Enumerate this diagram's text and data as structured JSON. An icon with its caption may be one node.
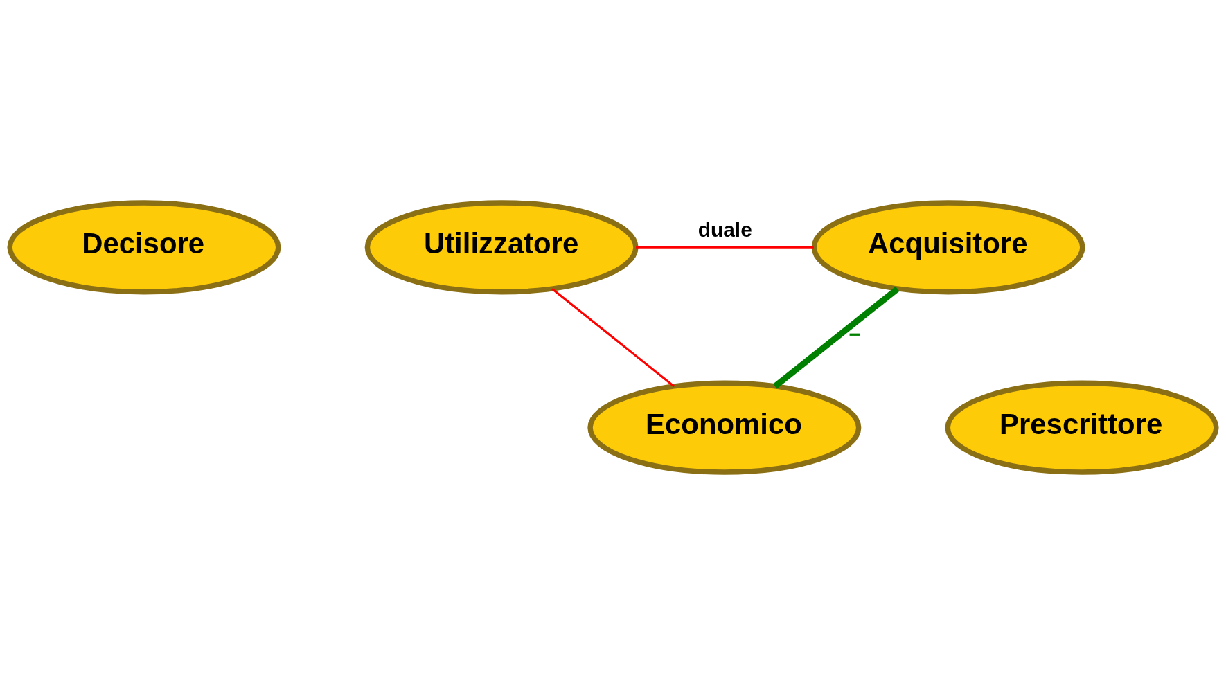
{
  "diagram": {
    "nodes": [
      {
        "text": [
          "Decisore"
        ]
      },
      {
        "text": [
          "Utilizzatore"
        ]
      },
      {
        "text": [
          "Acquisitore"
        ]
      },
      {
        "text": [
          "Prescrittore"
        ]
      },
      {
        "text": [
          "Economico"
        ]
      }
    ],
    "edges": [
      {
        "from": 1,
        "to": 2,
        "arrow": "none",
        "label": "duale"
      },
      {
        "from": 1,
        "to": 4,
        "arrow": "none"
      },
      {
        "from": 2,
        "to": 4,
        "arrow": "none",
        "style": "thick",
        "color": "#008000",
        "label": "−"
      }
    ]
  }
}
